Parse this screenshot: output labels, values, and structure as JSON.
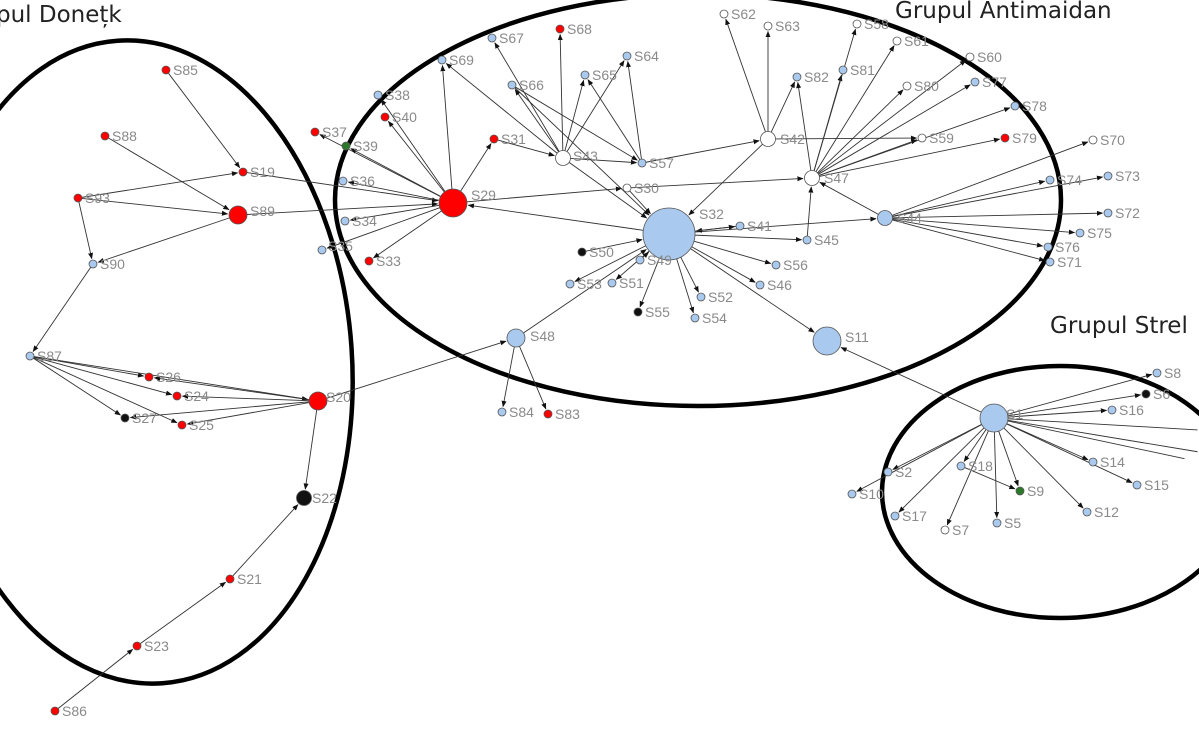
{
  "groups": [
    {
      "id": "donetk",
      "label": "pul Donețk"
    },
    {
      "id": "antimaidan",
      "label": "Grupul Antimaidan"
    },
    {
      "id": "strel",
      "label": "Grupul Strel"
    }
  ],
  "colors": {
    "red": "#ff0000",
    "blue": "#a9c9ee",
    "white": "#ffffff",
    "black": "#111111",
    "green": "#2a7a2a"
  },
  "nodes": [
    {
      "id": "S1",
      "label": "S1",
      "color": "blue",
      "size": "large"
    },
    {
      "id": "S2",
      "label": "S2",
      "color": "blue",
      "size": "small"
    },
    {
      "id": "S5",
      "label": "S5",
      "color": "blue",
      "size": "small"
    },
    {
      "id": "S6",
      "label": "S6",
      "color": "black",
      "size": "small"
    },
    {
      "id": "S7",
      "label": "S7",
      "color": "white",
      "size": "small"
    },
    {
      "id": "S8",
      "label": "S8",
      "color": "blue",
      "size": "small"
    },
    {
      "id": "S9",
      "label": "S9",
      "color": "green",
      "size": "small"
    },
    {
      "id": "S10",
      "label": "S10",
      "color": "blue",
      "size": "small"
    },
    {
      "id": "S11",
      "label": "S11",
      "color": "blue",
      "size": "large"
    },
    {
      "id": "S12",
      "label": "S12",
      "color": "blue",
      "size": "small"
    },
    {
      "id": "S14",
      "label": "S14",
      "color": "blue",
      "size": "small"
    },
    {
      "id": "S15",
      "label": "S15",
      "color": "blue",
      "size": "small"
    },
    {
      "id": "S16",
      "label": "S16",
      "color": "blue",
      "size": "small"
    },
    {
      "id": "S17",
      "label": "S17",
      "color": "blue",
      "size": "small"
    },
    {
      "id": "S18",
      "label": "S18",
      "color": "blue",
      "size": "small"
    },
    {
      "id": "S19",
      "label": "S19",
      "color": "red",
      "size": "small"
    },
    {
      "id": "S20",
      "label": "S20",
      "color": "red",
      "size": "medium"
    },
    {
      "id": "S21",
      "label": "S21",
      "color": "red",
      "size": "small"
    },
    {
      "id": "S22",
      "label": "S22",
      "color": "black",
      "size": "small2"
    },
    {
      "id": "S23",
      "label": "S23",
      "color": "red",
      "size": "small"
    },
    {
      "id": "S24",
      "label": "S24",
      "color": "red",
      "size": "small"
    },
    {
      "id": "S25",
      "label": "S25",
      "color": "red",
      "size": "small"
    },
    {
      "id": "S26",
      "label": "S26",
      "color": "red",
      "size": "small"
    },
    {
      "id": "S27",
      "label": "S27",
      "color": "black",
      "size": "small"
    },
    {
      "id": "S29",
      "label": "S29",
      "color": "red",
      "size": "large"
    },
    {
      "id": "S30",
      "label": "S30",
      "color": "white",
      "size": "small"
    },
    {
      "id": "S31",
      "label": "S31",
      "color": "red",
      "size": "small"
    },
    {
      "id": "S32",
      "label": "S32",
      "color": "blue",
      "size": "xlarge"
    },
    {
      "id": "S33",
      "label": "S33",
      "color": "red",
      "size": "small"
    },
    {
      "id": "S34",
      "label": "S34",
      "color": "blue",
      "size": "small"
    },
    {
      "id": "S35",
      "label": "S35",
      "color": "blue",
      "size": "small"
    },
    {
      "id": "S36",
      "label": "S36",
      "color": "blue",
      "size": "small"
    },
    {
      "id": "S37",
      "label": "S37",
      "color": "red",
      "size": "small"
    },
    {
      "id": "S38",
      "label": "S38",
      "color": "blue",
      "size": "small"
    },
    {
      "id": "S39",
      "label": "S39",
      "color": "green",
      "size": "small"
    },
    {
      "id": "S40",
      "label": "S40",
      "color": "red",
      "size": "small"
    },
    {
      "id": "S41",
      "label": "S41",
      "color": "blue",
      "size": "small"
    },
    {
      "id": "S42",
      "label": "S42",
      "color": "white",
      "size": "small2"
    },
    {
      "id": "S43",
      "label": "S43",
      "color": "white",
      "size": "small2"
    },
    {
      "id": "S44",
      "label": "S44",
      "color": "blue",
      "size": "small2"
    },
    {
      "id": "S45",
      "label": "S45",
      "color": "blue",
      "size": "small"
    },
    {
      "id": "S46",
      "label": "S46",
      "color": "blue",
      "size": "small"
    },
    {
      "id": "S47",
      "label": "S47",
      "color": "white",
      "size": "small2"
    },
    {
      "id": "S48",
      "label": "S48",
      "color": "blue",
      "size": "medium"
    },
    {
      "id": "S49",
      "label": "S49",
      "color": "blue",
      "size": "small"
    },
    {
      "id": "S50",
      "label": "S50",
      "color": "black",
      "size": "small"
    },
    {
      "id": "S51",
      "label": "S51",
      "color": "blue",
      "size": "small"
    },
    {
      "id": "S52",
      "label": "S52",
      "color": "blue",
      "size": "small"
    },
    {
      "id": "S53",
      "label": "S53",
      "color": "blue",
      "size": "small"
    },
    {
      "id": "S54",
      "label": "S54",
      "color": "blue",
      "size": "small"
    },
    {
      "id": "S55",
      "label": "S55",
      "color": "black",
      "size": "small"
    },
    {
      "id": "S56",
      "label": "S56",
      "color": "blue",
      "size": "small"
    },
    {
      "id": "S57",
      "label": "S57",
      "color": "blue",
      "size": "small"
    },
    {
      "id": "S58",
      "label": "S58",
      "color": "white",
      "size": "small"
    },
    {
      "id": "S59",
      "label": "S59",
      "color": "white",
      "size": "small"
    },
    {
      "id": "S60",
      "label": "S60",
      "color": "white",
      "size": "small"
    },
    {
      "id": "S61",
      "label": "S61",
      "color": "white",
      "size": "small"
    },
    {
      "id": "S62",
      "label": "S62",
      "color": "white",
      "size": "small"
    },
    {
      "id": "S63",
      "label": "S63",
      "color": "white",
      "size": "small"
    },
    {
      "id": "S64",
      "label": "S64",
      "color": "blue",
      "size": "small"
    },
    {
      "id": "S65",
      "label": "S65",
      "color": "blue",
      "size": "small"
    },
    {
      "id": "S66",
      "label": "S66",
      "color": "blue",
      "size": "small"
    },
    {
      "id": "S67",
      "label": "S67",
      "color": "blue",
      "size": "small"
    },
    {
      "id": "S68",
      "label": "S68",
      "color": "red",
      "size": "small"
    },
    {
      "id": "S69",
      "label": "S69",
      "color": "blue",
      "size": "small"
    },
    {
      "id": "S70",
      "label": "S70",
      "color": "white",
      "size": "small"
    },
    {
      "id": "S71",
      "label": "S71",
      "color": "blue",
      "size": "small"
    },
    {
      "id": "S72",
      "label": "S72",
      "color": "blue",
      "size": "small"
    },
    {
      "id": "S73",
      "label": "S73",
      "color": "blue",
      "size": "small"
    },
    {
      "id": "S74",
      "label": "S74",
      "color": "blue",
      "size": "small"
    },
    {
      "id": "S75",
      "label": "S75",
      "color": "blue",
      "size": "small"
    },
    {
      "id": "S76",
      "label": "S76",
      "color": "blue",
      "size": "small"
    },
    {
      "id": "S77",
      "label": "S77",
      "color": "blue",
      "size": "small"
    },
    {
      "id": "S78",
      "label": "S78",
      "color": "blue",
      "size": "small"
    },
    {
      "id": "S79",
      "label": "S79",
      "color": "red",
      "size": "small"
    },
    {
      "id": "S80",
      "label": "S80",
      "color": "white",
      "size": "small"
    },
    {
      "id": "S81",
      "label": "S81",
      "color": "blue",
      "size": "small"
    },
    {
      "id": "S82",
      "label": "S82",
      "color": "blue",
      "size": "small"
    },
    {
      "id": "S83",
      "label": "S83",
      "color": "red",
      "size": "small"
    },
    {
      "id": "S84",
      "label": "S84",
      "color": "blue",
      "size": "small"
    },
    {
      "id": "S85",
      "label": "S85",
      "color": "red",
      "size": "small"
    },
    {
      "id": "S86",
      "label": "S86",
      "color": "red",
      "size": "small"
    },
    {
      "id": "S87",
      "label": "S87",
      "color": "blue",
      "size": "small"
    },
    {
      "id": "S88",
      "label": "S88",
      "color": "red",
      "size": "small"
    },
    {
      "id": "S89",
      "label": "S89",
      "color": "red",
      "size": "medium"
    },
    {
      "id": "S90",
      "label": "S90",
      "color": "blue",
      "size": "small"
    },
    {
      "id": "S93",
      "label": "S93",
      "color": "red",
      "size": "small"
    }
  ],
  "edges": [
    [
      "S85",
      "S19"
    ],
    [
      "S88",
      "S89"
    ],
    [
      "S93",
      "S19"
    ],
    [
      "S93",
      "S89"
    ],
    [
      "S93",
      "S90"
    ],
    [
      "S89",
      "S90"
    ],
    [
      "S89",
      "S29"
    ],
    [
      "S19",
      "S29"
    ],
    [
      "S90",
      "S87"
    ],
    [
      "S87",
      "S26"
    ],
    [
      "S87",
      "S24"
    ],
    [
      "S87",
      "S25"
    ],
    [
      "S87",
      "S27"
    ],
    [
      "S87",
      "S20"
    ],
    [
      "S20",
      "S26"
    ],
    [
      "S20",
      "S24"
    ],
    [
      "S20",
      "S25"
    ],
    [
      "S20",
      "S27"
    ],
    [
      "S20",
      "S22"
    ],
    [
      "S21",
      "S22"
    ],
    [
      "S23",
      "S21"
    ],
    [
      "S86",
      "S23"
    ],
    [
      "S20",
      "S48"
    ],
    [
      "S29",
      "S40"
    ],
    [
      "S29",
      "S38"
    ],
    [
      "S29",
      "S37"
    ],
    [
      "S29",
      "S39"
    ],
    [
      "S29",
      "S36"
    ],
    [
      "S29",
      "S34"
    ],
    [
      "S29",
      "S35"
    ],
    [
      "S29",
      "S33"
    ],
    [
      "S29",
      "S31"
    ],
    [
      "S29",
      "S69"
    ],
    [
      "S32",
      "S29"
    ],
    [
      "S29",
      "S30"
    ],
    [
      "S43",
      "S67"
    ],
    [
      "S43",
      "S68"
    ],
    [
      "S43",
      "S65"
    ],
    [
      "S43",
      "S64"
    ],
    [
      "S43",
      "S66"
    ],
    [
      "S43",
      "S57"
    ],
    [
      "S43",
      "S69"
    ],
    [
      "S43",
      "S32"
    ],
    [
      "S57",
      "S65"
    ],
    [
      "S57",
      "S64"
    ],
    [
      "S66",
      "S57"
    ],
    [
      "S66",
      "S32"
    ],
    [
      "S31",
      "S43"
    ],
    [
      "S30",
      "S32"
    ],
    [
      "S30",
      "S47"
    ],
    [
      "S57",
      "S42"
    ],
    [
      "S42",
      "S62"
    ],
    [
      "S42",
      "S63"
    ],
    [
      "S42",
      "S82"
    ],
    [
      "S42",
      "S59"
    ],
    [
      "S47",
      "S81"
    ],
    [
      "S47",
      "S58"
    ],
    [
      "S47",
      "S80"
    ],
    [
      "S47",
      "S60"
    ],
    [
      "S47",
      "S77"
    ],
    [
      "S47",
      "S78"
    ],
    [
      "S47",
      "S79"
    ],
    [
      "S47",
      "S59"
    ],
    [
      "S47",
      "S82"
    ],
    [
      "S47",
      "S61"
    ],
    [
      "S42",
      "S32"
    ],
    [
      "S44",
      "S47"
    ],
    [
      "S45",
      "S47"
    ],
    [
      "S44",
      "S70"
    ],
    [
      "S44",
      "S74"
    ],
    [
      "S44",
      "S73"
    ],
    [
      "S44",
      "S72"
    ],
    [
      "S44",
      "S75"
    ],
    [
      "S44",
      "S76"
    ],
    [
      "S44",
      "S71"
    ],
    [
      "S32",
      "S44"
    ],
    [
      "S41",
      "S32"
    ],
    [
      "S32",
      "S45"
    ],
    [
      "S32",
      "S56"
    ],
    [
      "S32",
      "S46"
    ],
    [
      "S32",
      "S52"
    ],
    [
      "S32",
      "S54"
    ],
    [
      "S32",
      "S55"
    ],
    [
      "S32",
      "S51"
    ],
    [
      "S32",
      "S53"
    ],
    [
      "S50",
      "S32"
    ],
    [
      "S49",
      "S32"
    ],
    [
      "S32",
      "S11"
    ],
    [
      "S32",
      "S41"
    ],
    [
      "S48",
      "S84"
    ],
    [
      "S48",
      "S83"
    ],
    [
      "S48",
      "S32"
    ],
    [
      "S1",
      "S11"
    ],
    [
      "S1",
      "S8"
    ],
    [
      "S1",
      "S6"
    ],
    [
      "S1",
      "S16"
    ],
    [
      "S1",
      "S19x"
    ],
    [
      "S1",
      "S14"
    ],
    [
      "S1",
      "S15"
    ],
    [
      "S1",
      "S12"
    ],
    [
      "S1",
      "S9"
    ],
    [
      "S1",
      "S5"
    ],
    [
      "S1",
      "S7"
    ],
    [
      "S1",
      "S18"
    ],
    [
      "S1",
      "S17"
    ],
    [
      "S1",
      "S2"
    ],
    [
      "S1",
      "S10"
    ],
    [
      "S18",
      "S9"
    ],
    [
      "S1",
      "EDGE_R1"
    ],
    [
      "S1",
      "EDGE_R2"
    ]
  ]
}
